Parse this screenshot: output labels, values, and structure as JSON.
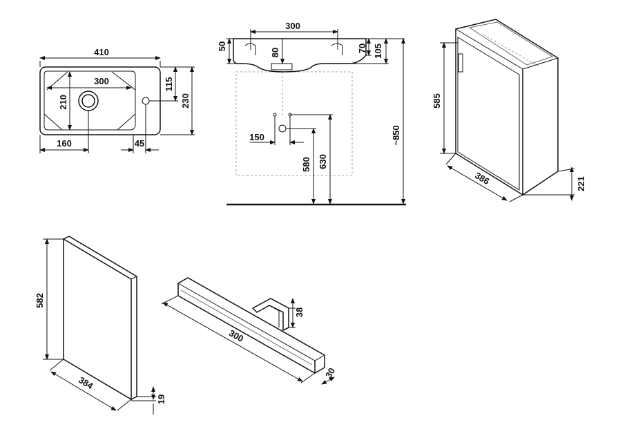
{
  "dims": {
    "basin_top_width": "410",
    "basin_top_inner": "300",
    "basin_top_depth": "210",
    "basin_top_offset": "115",
    "basin_top_total_depth": "230",
    "basin_top_left": "160",
    "basin_top_right": "45",
    "front_width": "300",
    "front_rim": "50",
    "front_drain": "80",
    "front_70": "70",
    "front_105": "105",
    "front_150": "150",
    "front_580": "580",
    "front_630": "630",
    "front_850": "~850",
    "cab_height": "585",
    "cab_depth": "386",
    "cab_221": "221",
    "panel_height": "582",
    "panel_width": "384",
    "panel_thick": "19",
    "light_length": "300",
    "light_38": "38",
    "light_30": "30"
  }
}
